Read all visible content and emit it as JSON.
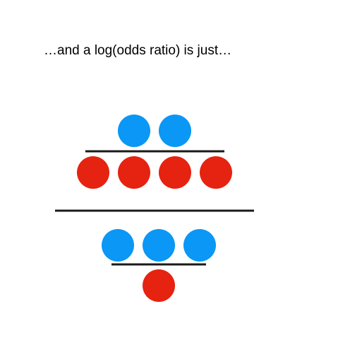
{
  "slide": {
    "title": "…and a log(odds ratio) is just…"
  },
  "colors": {
    "blue": "#0a97f5",
    "red": "#e62210",
    "line": "#1a1a1a"
  },
  "diagram": {
    "upper_fraction": {
      "numerator": {
        "count": 2,
        "color_key": "blue"
      },
      "denominator": {
        "count": 4,
        "color_key": "red"
      }
    },
    "lower_fraction": {
      "numerator": {
        "count": 3,
        "color_key": "blue"
      },
      "denominator": {
        "count": 1,
        "color_key": "red"
      }
    }
  }
}
